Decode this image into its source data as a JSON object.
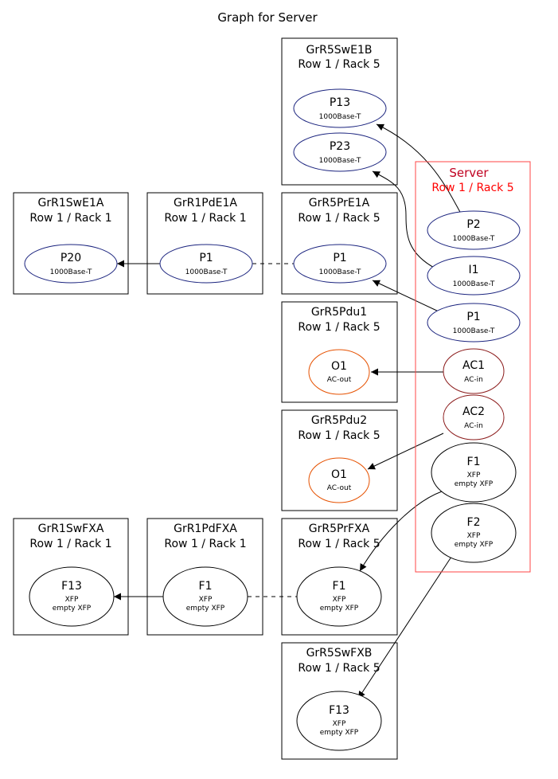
{
  "title": "Graph for Server",
  "colors": {
    "border": "#000000",
    "server_border": "#ff0000",
    "server_title": "#c00020",
    "server_subtitle": "#ff0000",
    "port": "#1a237e",
    "ac_out": "#e65100",
    "ac_in": "#8b1a1a",
    "xfp": "#000000"
  },
  "clusters": [
    {
      "id": "gr5swe1b",
      "name": "GrR5SwE1B",
      "location": "Row 1 / Rack 5"
    },
    {
      "id": "server",
      "name": "Server",
      "location": "Row 1 / Rack 5"
    },
    {
      "id": "gr1swe1a",
      "name": "GrR1SwE1A",
      "location": "Row 1 / Rack 1"
    },
    {
      "id": "gr1pde1a",
      "name": "GrR1PdE1A",
      "location": "Row 1 / Rack 1"
    },
    {
      "id": "gr5pre1a",
      "name": "GrR5PrE1A",
      "location": "Row 1 / Rack 5"
    },
    {
      "id": "gr5pdu1",
      "name": "GrR5Pdu1",
      "location": "Row 1 / Rack 5"
    },
    {
      "id": "gr5pdu2",
      "name": "GrR5Pdu2",
      "location": "Row 1 / Rack 5"
    },
    {
      "id": "gr1swfxa",
      "name": "GrR1SwFXA",
      "location": "Row 1 / Rack 1"
    },
    {
      "id": "gr1pdfxa",
      "name": "GrR1PdFXA",
      "location": "Row 1 / Rack 1"
    },
    {
      "id": "gr5prfxa",
      "name": "GrR5PrFXA",
      "location": "Row 1 / Rack 5"
    },
    {
      "id": "gr5swfxb",
      "name": "GrR5SwFXB",
      "location": "Row 1 / Rack 5"
    }
  ],
  "nodes": [
    {
      "id": "swe1b_p13",
      "label": "P13",
      "sub": [
        "1000Base-T"
      ],
      "kind": "port"
    },
    {
      "id": "swe1b_p23",
      "label": "P23",
      "sub": [
        "1000Base-T"
      ],
      "kind": "port"
    },
    {
      "id": "srv_p2",
      "label": "P2",
      "sub": [
        "1000Base-T"
      ],
      "kind": "port"
    },
    {
      "id": "srv_i1",
      "label": "I1",
      "sub": [
        "1000Base-T"
      ],
      "kind": "port"
    },
    {
      "id": "srv_p1",
      "label": "P1",
      "sub": [
        "1000Base-T"
      ],
      "kind": "port"
    },
    {
      "id": "srv_ac1",
      "label": "AC1",
      "sub": [
        "AC-in"
      ],
      "kind": "ac_in"
    },
    {
      "id": "srv_ac2",
      "label": "AC2",
      "sub": [
        "AC-in"
      ],
      "kind": "ac_in"
    },
    {
      "id": "srv_f1",
      "label": "F1",
      "sub": [
        "XFP",
        "empty XFP"
      ],
      "kind": "xfp"
    },
    {
      "id": "srv_f2",
      "label": "F2",
      "sub": [
        "XFP",
        "empty XFP"
      ],
      "kind": "xfp"
    },
    {
      "id": "swe1a_p20",
      "label": "P20",
      "sub": [
        "1000Base-T"
      ],
      "kind": "port"
    },
    {
      "id": "pde1a_p1",
      "label": "P1",
      "sub": [
        "1000Base-T"
      ],
      "kind": "port"
    },
    {
      "id": "pre1a_p1",
      "label": "P1",
      "sub": [
        "1000Base-T"
      ],
      "kind": "port"
    },
    {
      "id": "pdu1_o1",
      "label": "O1",
      "sub": [
        "AC-out"
      ],
      "kind": "ac_out"
    },
    {
      "id": "pdu2_o1",
      "label": "O1",
      "sub": [
        "AC-out"
      ],
      "kind": "ac_out"
    },
    {
      "id": "swfxa_f13",
      "label": "F13",
      "sub": [
        "XFP",
        "empty XFP"
      ],
      "kind": "xfp"
    },
    {
      "id": "pdfxa_f1",
      "label": "F1",
      "sub": [
        "XFP",
        "empty XFP"
      ],
      "kind": "xfp"
    },
    {
      "id": "prfxa_f1",
      "label": "F1",
      "sub": [
        "XFP",
        "empty XFP"
      ],
      "kind": "xfp"
    },
    {
      "id": "swfxb_f13",
      "label": "F13",
      "sub": [
        "XFP",
        "empty XFP"
      ],
      "kind": "xfp"
    }
  ],
  "edges": [
    {
      "from": "srv_p2",
      "to": "swe1b_p13",
      "style": "solid"
    },
    {
      "from": "srv_i1",
      "to": "swe1b_p23",
      "style": "solid"
    },
    {
      "from": "srv_p1",
      "to": "pre1a_p1",
      "style": "solid"
    },
    {
      "from": "pde1a_p1",
      "to": "swe1a_p20",
      "style": "solid"
    },
    {
      "from": "pde1a_p1",
      "to": "pre1a_p1",
      "style": "dashed"
    },
    {
      "from": "srv_ac1",
      "to": "pdu1_o1",
      "style": "solid"
    },
    {
      "from": "srv_ac2",
      "to": "pdu2_o1",
      "style": "solid"
    },
    {
      "from": "srv_f1",
      "to": "prfxa_f1",
      "style": "solid"
    },
    {
      "from": "srv_f2",
      "to": "swfxb_f13",
      "style": "solid"
    },
    {
      "from": "pdfxa_f1",
      "to": "swfxa_f13",
      "style": "solid"
    },
    {
      "from": "pdfxa_f1",
      "to": "prfxa_f1",
      "style": "dashed"
    }
  ]
}
